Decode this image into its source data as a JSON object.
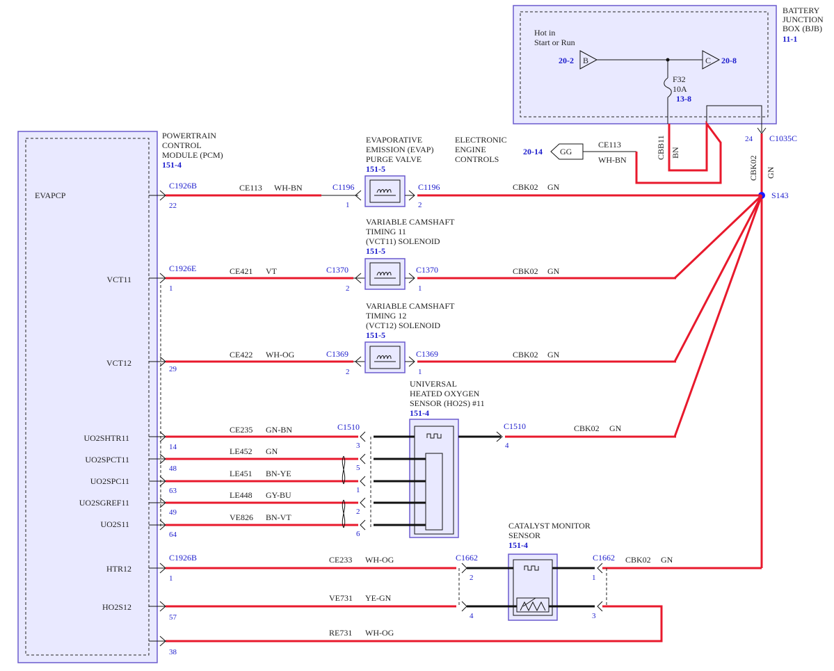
{
  "bjb": {
    "title": [
      "BATTERY",
      "JUNCTION",
      "BOX (BJB)"
    ],
    "ref": "11-1",
    "hot_label": [
      "Hot in",
      "Start or Run"
    ],
    "in_ref": "20-2",
    "in_letter": "B",
    "out_letter": "C",
    "out_ref": "20-8",
    "fuse": [
      "F32",
      "10A"
    ],
    "fuse_ref": "13-8",
    "conn": "C1035C",
    "conn_pin": "24"
  },
  "eec": {
    "title": [
      "ELECTRONIC",
      "ENGINE",
      "CONTROLS"
    ],
    "gg_ref": "20-14",
    "gg_label": "GG",
    "circuit": "CE113",
    "color": "WH-BN"
  },
  "vertical_wires": {
    "cbb11": "CBB11",
    "cbb11_color": "BN",
    "cbk02": "CBK02",
    "cbk02_color": "GN"
  },
  "splice": {
    "label": "S143"
  },
  "pcm": {
    "title": [
      "POWERTRAIN",
      "CONTROL",
      "MODULE (PCM)"
    ],
    "ref": "151-4",
    "pins": [
      "EVAPCP",
      "VCT11",
      "VCT12",
      "UO2SHTR11",
      "UO2SPCT11",
      "UO2SPC11",
      "UO2SGREF11",
      "UO2S11",
      "HTR12",
      "HO2S12"
    ]
  },
  "evap": {
    "title": [
      "EVAPORATIVE",
      "EMISSION (EVAP)",
      "PURGE VALVE"
    ],
    "ref": "151-5",
    "pcm_conn": "C1926B",
    "pcm_pin": "22",
    "circuit": "CE113",
    "color": "WH-BN",
    "conn_in": "C1196",
    "pin_in": "1",
    "conn_out": "C1196",
    "pin_out": "2",
    "out_circuit": "CBK02",
    "out_color": "GN"
  },
  "vct11": {
    "title": [
      "VARIABLE CAMSHAFT",
      "TIMING 11",
      "(VCT11) SOLENOID"
    ],
    "ref": "151-5",
    "pcm_conn": "C1926E",
    "pcm_pin": "1",
    "circuit": "CE421",
    "color": "VT",
    "conn_in": "C1370",
    "pin_in": "2",
    "conn_out": "C1370",
    "pin_out": "1",
    "out_circuit": "CBK02",
    "out_color": "GN"
  },
  "vct12": {
    "title": [
      "VARIABLE CAMSHAFT",
      "TIMING 12",
      "(VCT12) SOLENOID"
    ],
    "ref": "151-5",
    "pcm_pin": "29",
    "circuit": "CE422",
    "color": "WH-OG",
    "conn_in": "C1369",
    "pin_in": "2",
    "conn_out": "C1369",
    "pin_out": "1",
    "out_circuit": "CBK02",
    "out_color": "GN"
  },
  "ho2s": {
    "title": [
      "UNIVERSAL",
      "HEATED OXYGEN",
      "SENSOR (HO2S) #11"
    ],
    "ref": "151-4",
    "conn": "C1510",
    "out_conn": "C1510",
    "out_pin": "4",
    "out_circuit": "CBK02",
    "out_color": "GN",
    "rows": [
      {
        "pcm_pin": "14",
        "circuit": "CE235",
        "color": "GN-BN",
        "pin": "3"
      },
      {
        "pcm_pin": "48",
        "circuit": "LE452",
        "color": "GN",
        "pin": "5"
      },
      {
        "pcm_pin": "63",
        "circuit": "LE451",
        "color": "BN-YE",
        "pin": "1"
      },
      {
        "pcm_pin": "49",
        "circuit": "LE448",
        "color": "GY-BU",
        "pin": "2"
      },
      {
        "pcm_pin": "64",
        "circuit": "VE826",
        "color": "BN-VT",
        "pin": "6"
      }
    ]
  },
  "cms": {
    "title": [
      "CATALYST MONITOR",
      "SENSOR"
    ],
    "ref": "151-4",
    "pcm_conn": "C1926B",
    "htr": {
      "pcm_pin": "1",
      "circuit": "CE233",
      "color": "WH-OG",
      "conn": "C1662",
      "pin": "2"
    },
    "sig": {
      "pcm_pin": "57",
      "circuit": "VE731",
      "color": "YE-GN",
      "pin": "4"
    },
    "ret": {
      "pcm_pin": "38",
      "circuit": "RE731",
      "color": "WH-OG",
      "pin": "3"
    },
    "out_conn": "C1662",
    "out_pin": "1",
    "out_circuit": "CBK02",
    "out_color": "GN"
  }
}
